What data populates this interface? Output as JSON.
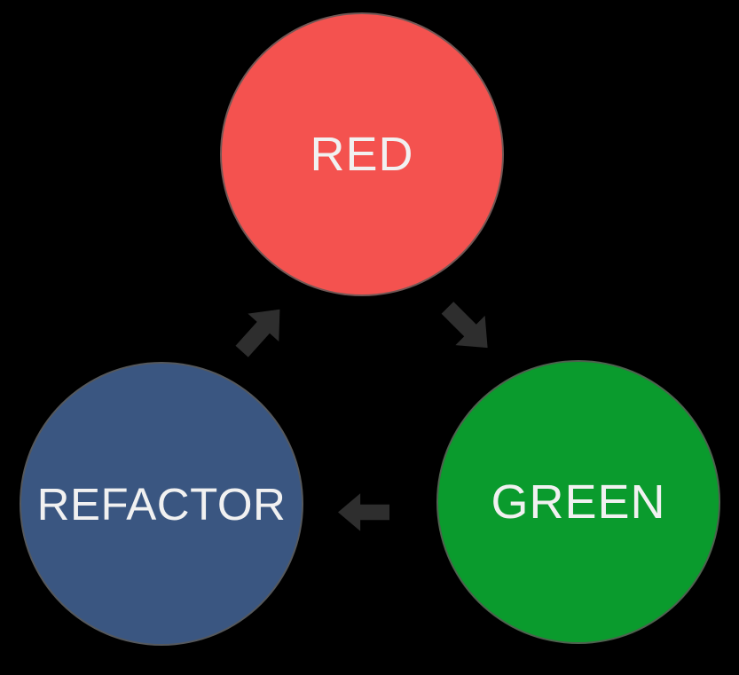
{
  "background_color": "#000000",
  "diagram": {
    "type": "cycle",
    "nodes": [
      {
        "id": "red",
        "label": "RED",
        "shape": "circle",
        "color": "#f4524f",
        "text_color": "#f1f1f1"
      },
      {
        "id": "green",
        "label": "GREEN",
        "shape": "circle",
        "color": "#0a9b2d",
        "text_color": "#f1f1f1"
      },
      {
        "id": "refactor",
        "label": "REFACTOR",
        "shape": "circle",
        "color": "#3a5681",
        "text_color": "#f1f1f1"
      }
    ],
    "arrows": [
      {
        "from": "red",
        "to": "green",
        "direction": "down-right",
        "color": "#2e2e2e"
      },
      {
        "from": "green",
        "to": "refactor",
        "direction": "left",
        "color": "#2e2e2e"
      },
      {
        "from": "refactor",
        "to": "red",
        "direction": "up-right",
        "color": "#2e2e2e"
      }
    ]
  }
}
